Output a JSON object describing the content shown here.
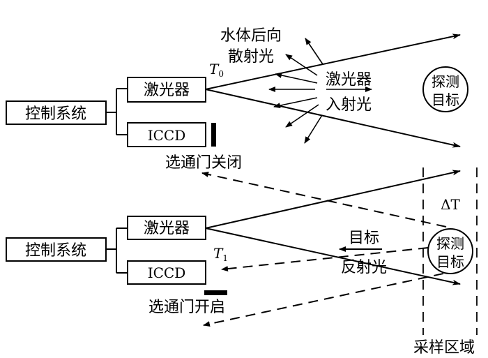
{
  "panel_top": {
    "control_label": "控制系统",
    "laser_label": "激光器",
    "iccd_label": "ICCD",
    "gate_label": "选通门关闭",
    "time_main": "T",
    "time_sub": "0",
    "backscatter_line1": "水体后向",
    "backscatter_line2": "散射光",
    "incident_line1": "激光器",
    "incident_line2": "入射光",
    "target_line1": "探测",
    "target_line2": "目标"
  },
  "panel_bottom": {
    "control_label": "控制系统",
    "laser_label": "激光器",
    "iccd_label": "ICCD",
    "gate_label": "选通门开启",
    "time_main": "T",
    "time_sub": "1",
    "reflect_line1": "目标",
    "reflect_line2": "反射光",
    "target_line1": "探测",
    "target_line2": "目标",
    "delta_label": "ΔT",
    "sampling_label": "采样区域"
  }
}
